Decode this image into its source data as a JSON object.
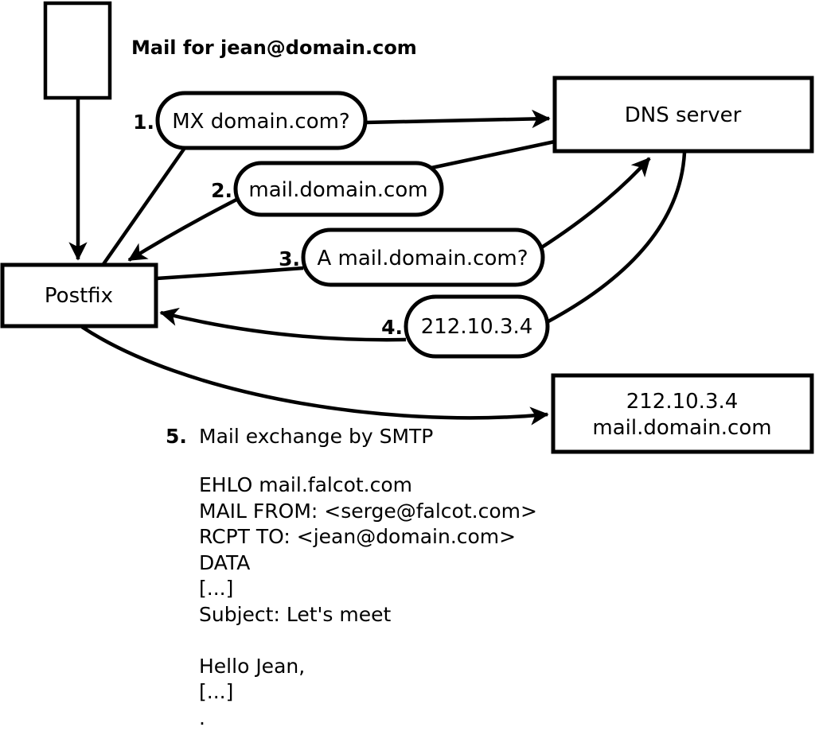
{
  "diagram": {
    "title": "Mail for jean@domain.com",
    "nodes": {
      "postfix": {
        "label": "Postfix"
      },
      "dns_server": {
        "label": "DNS server"
      },
      "mail_server": {
        "ip": "212.10.3.4",
        "hostname": "mail.domain.com"
      }
    },
    "steps": [
      {
        "number": "1.",
        "label": "MX domain.com?"
      },
      {
        "number": "2.",
        "label": "mail.domain.com"
      },
      {
        "number": "3.",
        "label": "A mail.domain.com?"
      },
      {
        "number": "4.",
        "label": "212.10.3.4"
      },
      {
        "number": "5.",
        "label": "Mail exchange by SMTP"
      }
    ],
    "smtp_transcript": "EHLO mail.falcot.com\nMAIL FROM: <serge@falcot.com>\nRCPT TO: <jean@domain.com>\nDATA\n[...]\nSubject: Let's meet\n\nHello Jean,\n[...]\n.",
    "colors": {
      "stroke": "#000000",
      "background": "#ffffff"
    }
  }
}
